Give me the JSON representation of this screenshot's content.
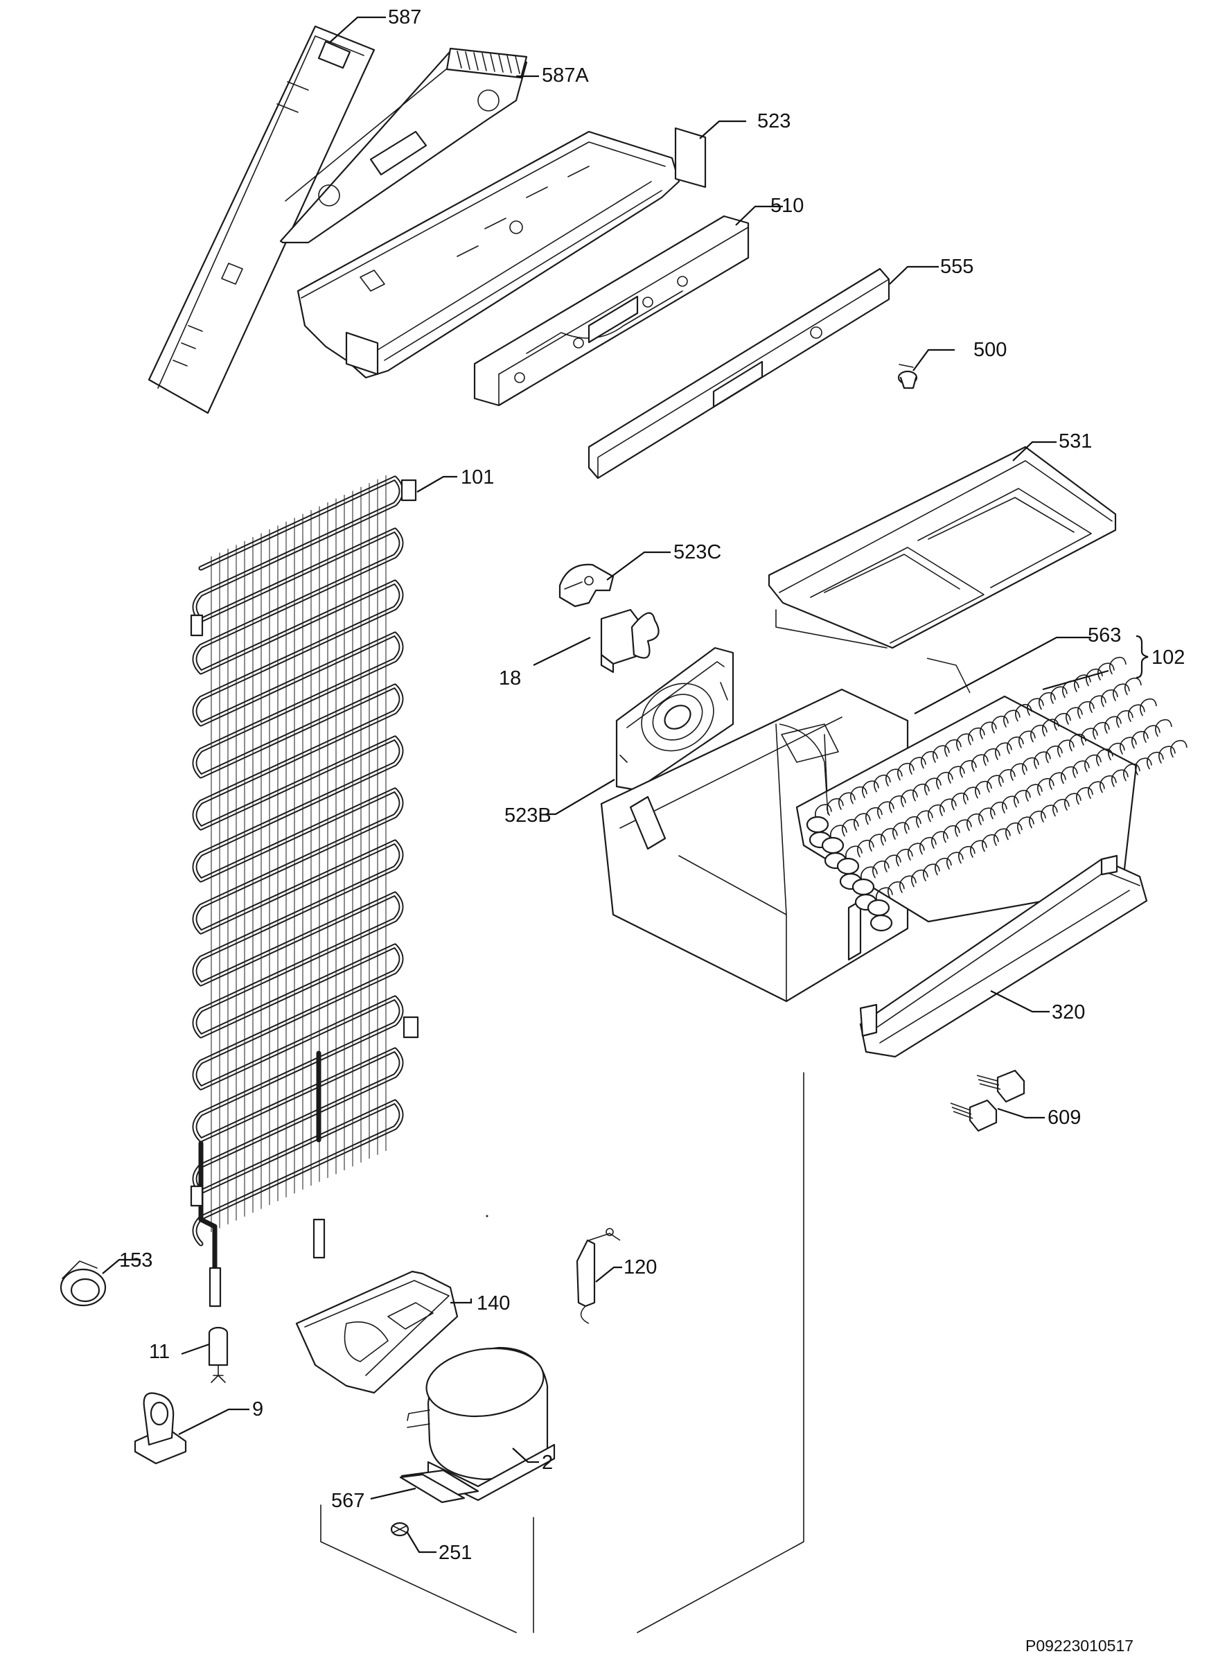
{
  "diagram_ref": "P09223010517",
  "labels": {
    "l587": "587",
    "l587a": "587A",
    "l523": "523",
    "l510": "510",
    "l555": "555",
    "l500": "500",
    "l101": "101",
    "l531": "531",
    "l523c": "523C",
    "l563": "563",
    "l102": "102",
    "l18": "18",
    "l523b": "523B",
    "l320": "320",
    "l609": "609",
    "l153": "153",
    "l120": "120",
    "l140": "140",
    "l11": "11",
    "l9": "9",
    "l2": "2",
    "l567": "567",
    "l251": "251"
  }
}
